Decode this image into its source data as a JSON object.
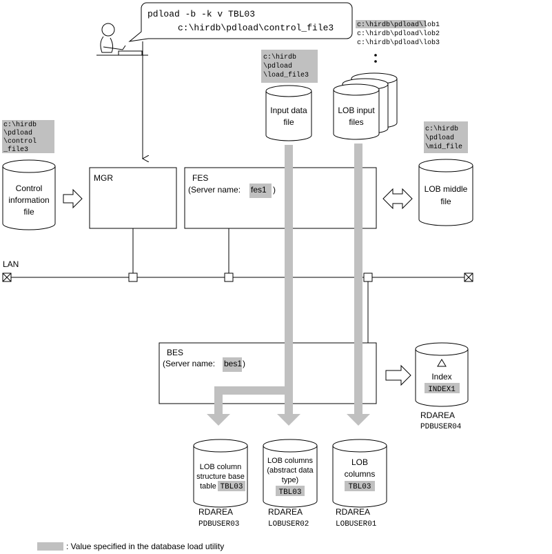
{
  "command": {
    "line1": "pdload -b -k v TBL03",
    "line2": "c:\\hirdb\\pdload\\control_file3"
  },
  "lob_paths": [
    "c:\\hirdb\\pdload\\lob1",
    "c:\\hirdb\\pdload\\lob2",
    "c:\\hirdb\\pdload\\lob3"
  ],
  "control_file_path": [
    "c:\\hirdb",
    "\\pdload",
    "\\control",
    "_file3"
  ],
  "load_file_path": [
    "c:\\hirdb",
    "\\pdload",
    "\\load_file3"
  ],
  "mid_file_path": [
    "c:\\hirdb",
    "\\pdload",
    "\\mid_file"
  ],
  "control_info": [
    "Control",
    "information",
    "file"
  ],
  "input_data": [
    "Input data",
    "file"
  ],
  "lob_input": [
    "LOB input",
    "files"
  ],
  "lob_middle": [
    "LOB middle",
    "file"
  ],
  "mgr": "MGR",
  "fes": {
    "title": "FES",
    "server_label": "(Server name: ",
    "server_name": "fes1",
    "close": ")"
  },
  "bes": {
    "title": "BES",
    "server_label": "(Server name: ",
    "server_name": "bes1",
    "close": ")"
  },
  "lan": "LAN",
  "index": {
    "label": "Index",
    "name": "INDEX1",
    "rdarea": "RDAREA",
    "rdarea_name": "PDBUSER04"
  },
  "cyl_lob_structure": {
    "lines": [
      "LOB column",
      "structure base",
      "table"
    ],
    "table": "TBL03",
    "rdarea": "RDAREA",
    "rdarea_name": "PDBUSER03"
  },
  "cyl_lob_abstract": {
    "lines": [
      "LOB columns",
      "(abstract data",
      "type)"
    ],
    "table": "TBL03",
    "rdarea": "RDAREA",
    "rdarea_name": "LOBUSER02"
  },
  "cyl_lob_columns": {
    "lines": [
      "LOB",
      "columns"
    ],
    "table": "TBL03",
    "rdarea": "RDAREA",
    "rdarea_name": "LOBUSER01"
  },
  "legend": ": Value specified in the database load utility",
  "dots": "•\n•"
}
